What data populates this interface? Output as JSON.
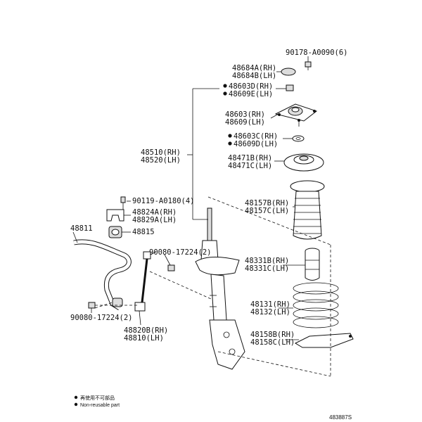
{
  "labels": {
    "p90178": "90178-A0090(6)",
    "p48684a": "48684A(RH)",
    "p48684b": "48684B(LH)",
    "p48603d": "48603D(RH)",
    "p48609e": "48609E(LH)",
    "p48603": "48603(RH)",
    "p48609": "48609(LH)",
    "p48603c": "48603C(RH)",
    "p48609d": "48609D(LH)",
    "p48510": "48510(RH)",
    "p48520": "48520(LH)",
    "p48471b": "48471B(RH)",
    "p48471c": "48471C(LH)",
    "p90119": "90119-A0180(4)",
    "p48824a": "48824A(RH)",
    "p48829a": "48829A(LH)",
    "p48157b": "48157B(RH)",
    "p48157c": "48157C(LH)",
    "p48811": "48811",
    "p48815": "48815",
    "p90080a": "90080-17224(2)",
    "p48331b": "48331B(RH)",
    "p48331c": "48331C(LH)",
    "p48131": "48131(RH)",
    "p48132": "48132(LH)",
    "p90080b": "90080-17224(2)",
    "p48820b": "48820B(RH)",
    "p48810": "48810(LH)",
    "p48158b": "48158B(RH)",
    "p48158c": "48158C(LH)"
  },
  "legend": {
    "line_jp": "再使用不可部品",
    "line_en": "Non-reusable part"
  },
  "diagram_ref": "483887S"
}
